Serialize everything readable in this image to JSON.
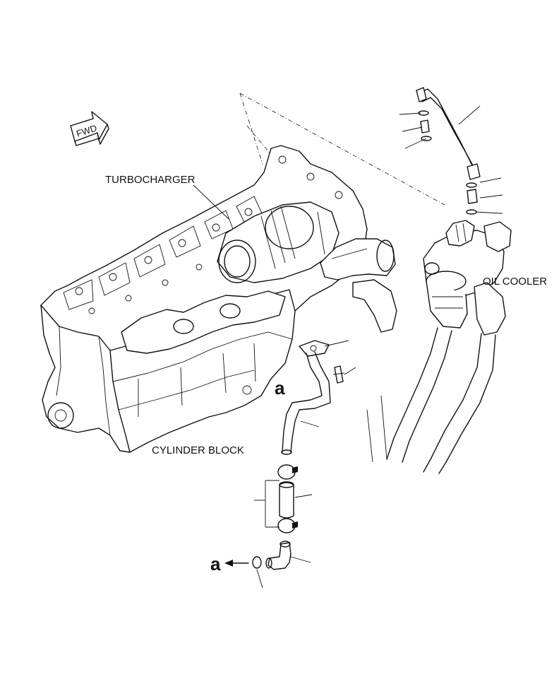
{
  "labels": {
    "turbocharger": "TURBOCHARGER",
    "oil_cooler": "OIL COOLER",
    "cylinder_block": "CYLINDER BLOCK",
    "fwd": "FWD",
    "ref_a_upper": "a",
    "ref_a_lower": "a"
  },
  "icons": {
    "forward_arrow": "fwd-arrow-icon"
  }
}
